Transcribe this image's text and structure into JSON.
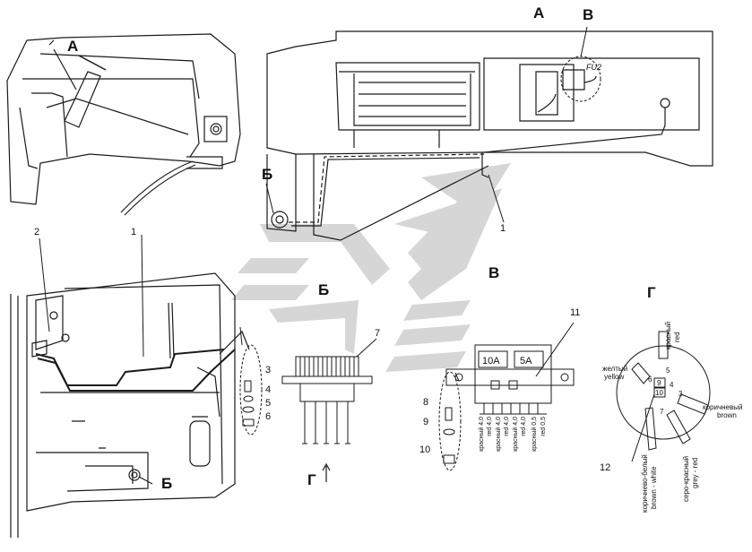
{
  "view_labels": {
    "a_top": "А",
    "a_small": "А",
    "v_top": "В",
    "v_mid": "В",
    "b_top": "Б",
    "b_mid": "Б",
    "b_bottom": "Б",
    "g_right": "Г",
    "g_arrow": "Г"
  },
  "fuse_tag": "FU2",
  "callouts": [
    "1",
    "2",
    "1",
    "3",
    "4",
    "5",
    "6",
    "7",
    "8",
    "9",
    "10",
    "11",
    "12"
  ],
  "fuse_block": {
    "fuse_left": "10А",
    "fuse_right": "5А",
    "wire_labels": [
      "красный 4,0",
      "red 4,0",
      "красный 4,0",
      "red 4,0",
      "красный 4,0",
      "red 4,0",
      "красный 0,5",
      "red 0,5"
    ]
  },
  "connector": {
    "pins": [
      "5",
      "4",
      "3",
      "9",
      "10",
      "6",
      "7"
    ],
    "leads": {
      "red_ru": "красный",
      "red_en": "red",
      "yellow_ru": "желтый",
      "yellow_en": "yellow",
      "brown_ru": "коричневый",
      "brown_en": "brown",
      "brown_white_ru": "коричнево-белый",
      "brown_white_en": "brown - white",
      "grey_red_ru": "серо-красный",
      "grey_red_en": "grey - red"
    }
  },
  "colors": {
    "line": "#1a1a1a",
    "watermark": "#c9c9c9"
  }
}
